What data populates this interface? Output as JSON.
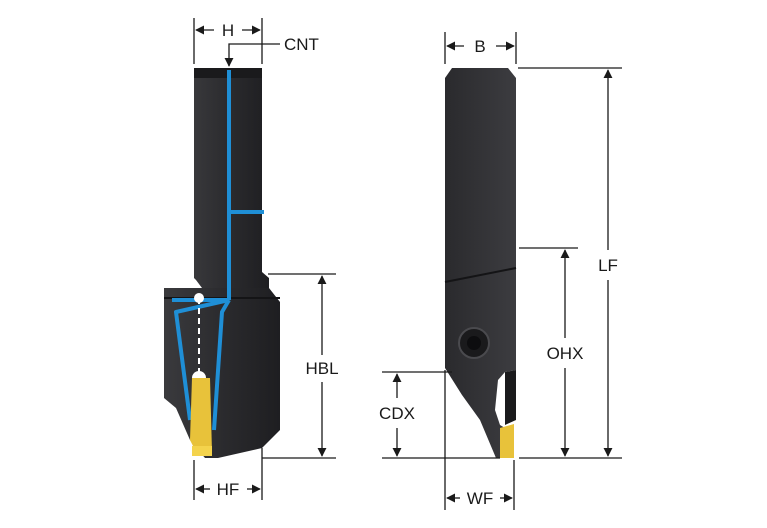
{
  "labels": {
    "h": "H",
    "cnt": "CNT",
    "b": "B",
    "lf": "LF",
    "ohx": "OHX",
    "hbl": "HBL",
    "cdx": "CDX",
    "hf": "HF",
    "wf": "WF"
  },
  "colors": {
    "body": "#2b2b2e",
    "coolant_channel": "#1f8fd6",
    "insert": "#e8c23a",
    "dimension_line": "#1a1a1a"
  }
}
